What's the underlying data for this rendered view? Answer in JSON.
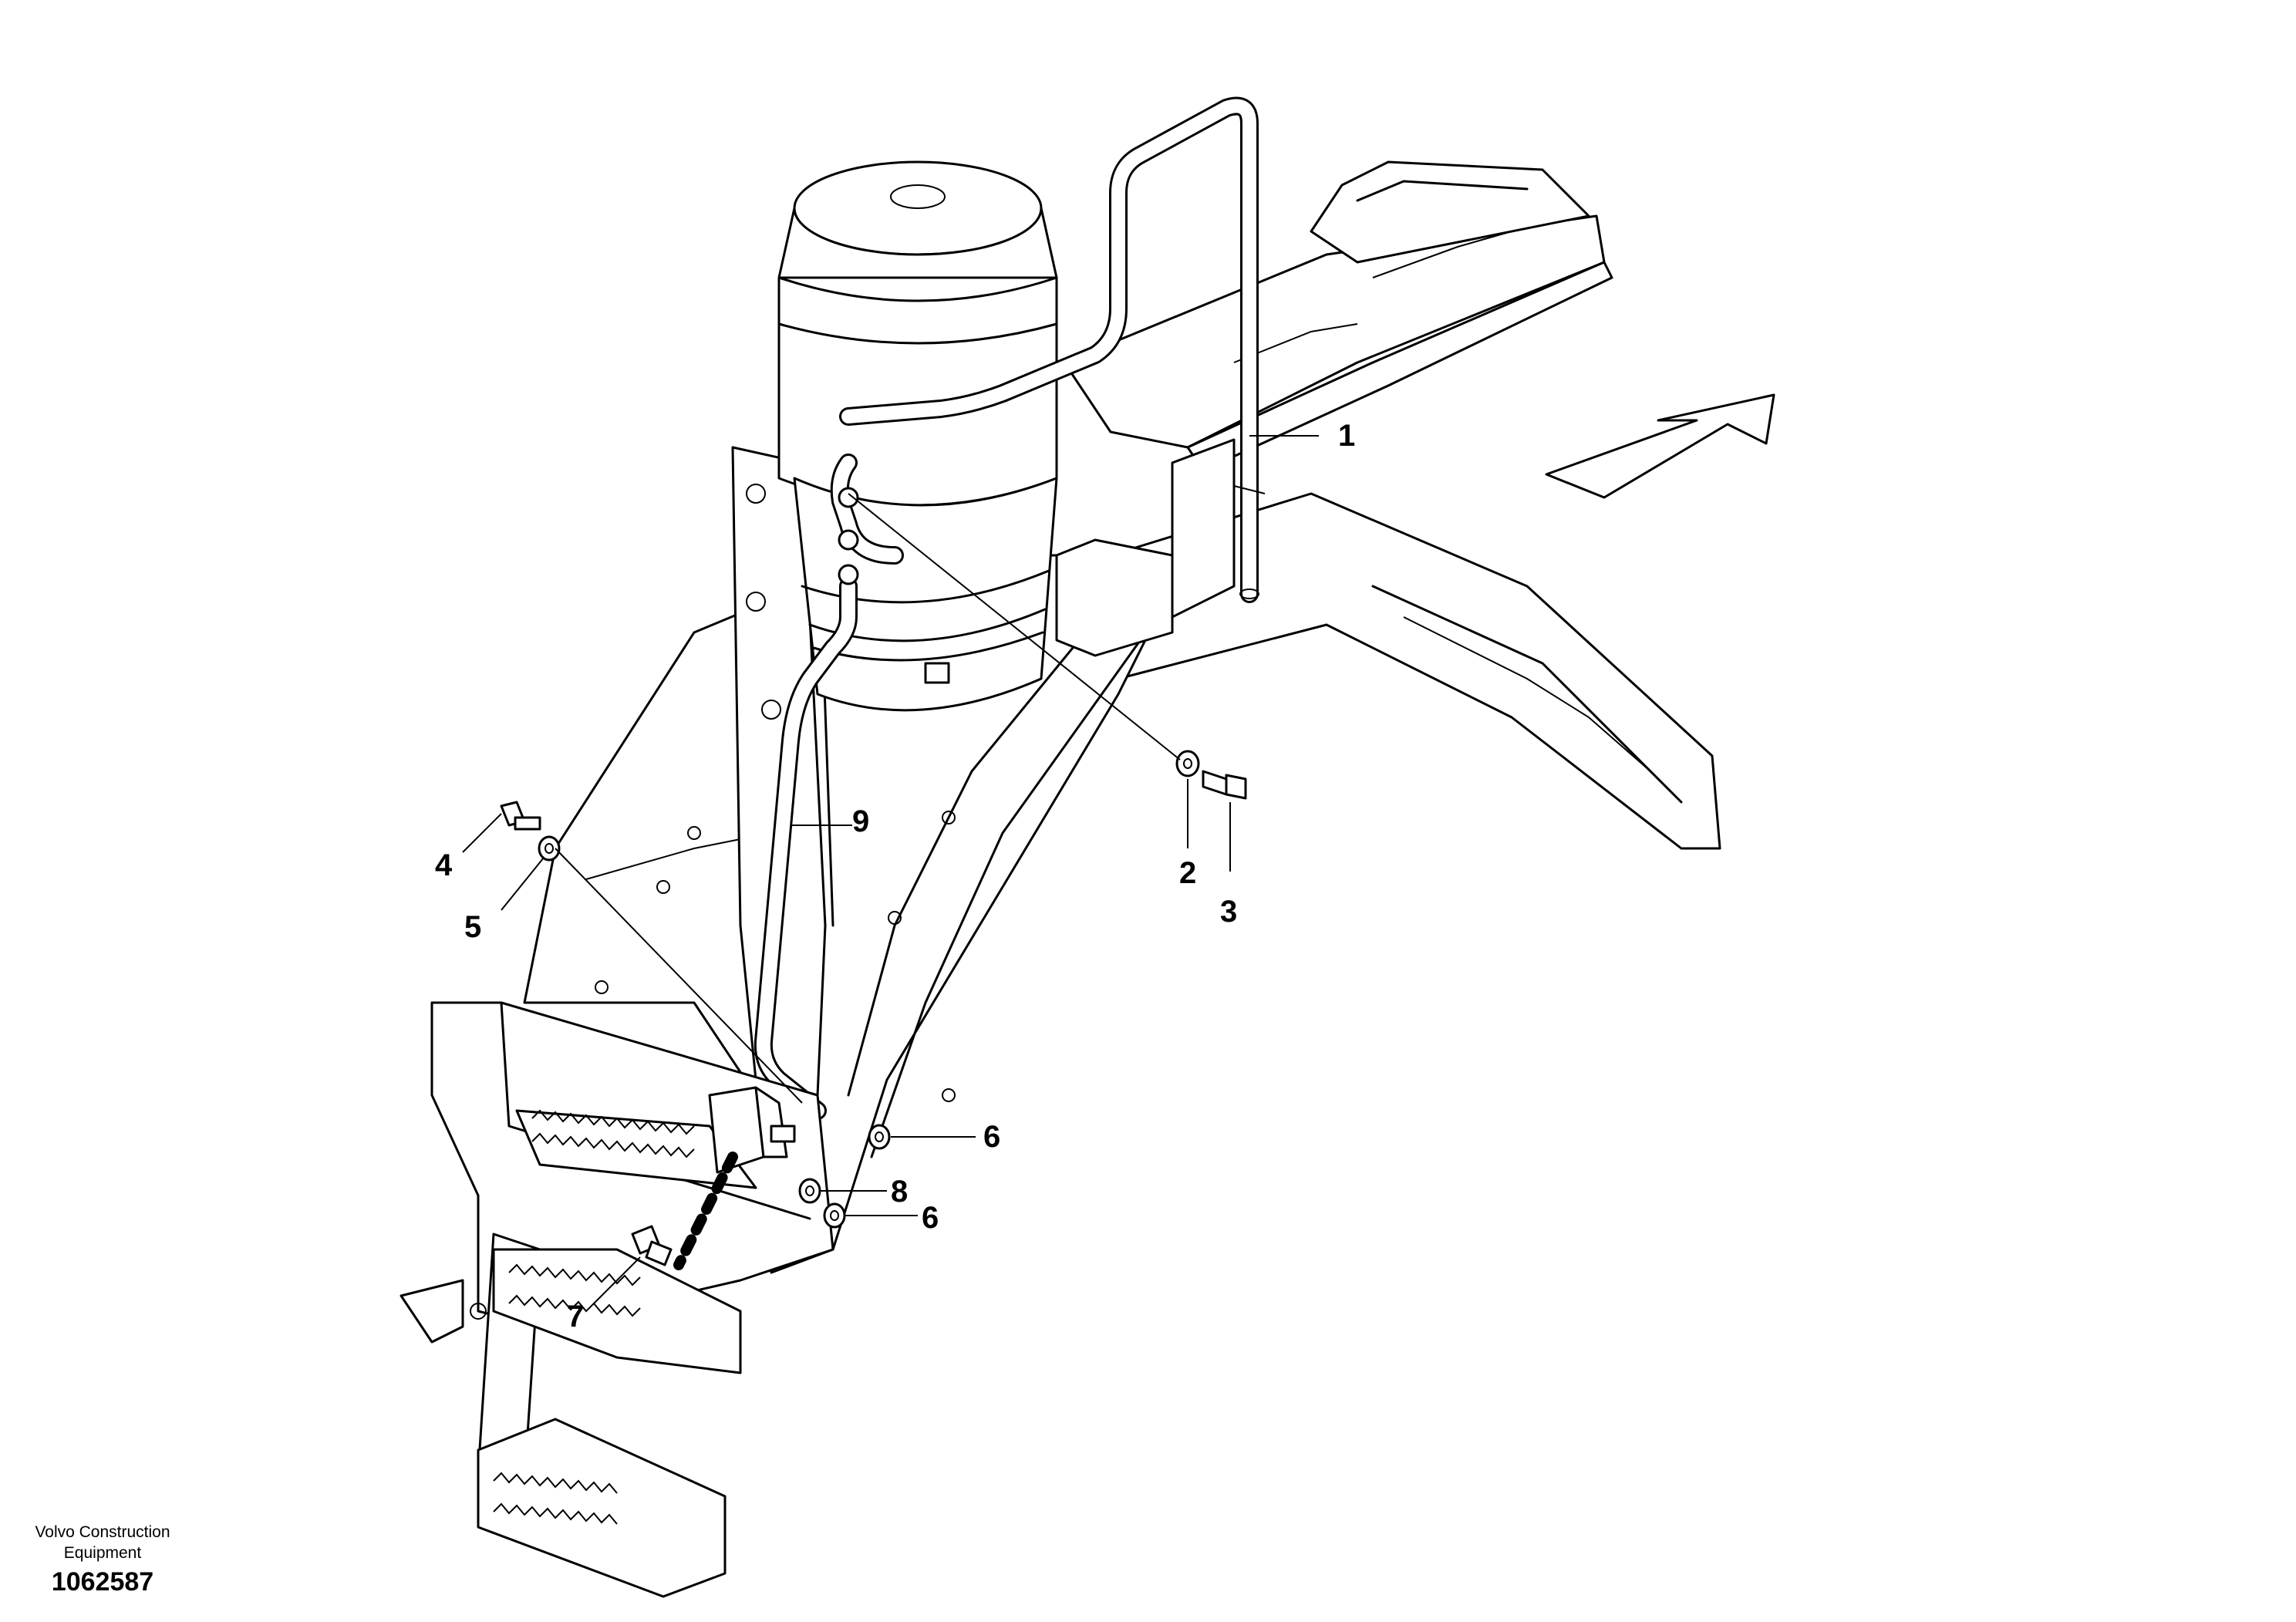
{
  "callouts": {
    "c1": "1",
    "c2": "2",
    "c3": "3",
    "c4": "4",
    "c5": "5",
    "c6a": "6",
    "c6b": "6",
    "c7": "7",
    "c8": "8",
    "c9": "9"
  },
  "footer": {
    "line1": "Volvo Construction",
    "line2": "Equipment",
    "number": "1062587"
  },
  "colors": {
    "line": "#000000",
    "background": "#ffffff"
  }
}
